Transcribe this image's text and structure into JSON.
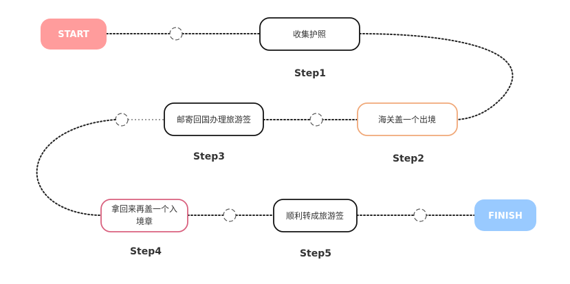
{
  "colors": {
    "start_fill": "#ff9c9c",
    "finish_fill": "#99caff",
    "box_stroke": "#111111",
    "step2_stroke": "#f0a878",
    "step4_stroke": "#d9607e"
  },
  "terminals": {
    "start": "START",
    "finish": "FINISH"
  },
  "steps": [
    {
      "label": "Step1",
      "text": "收集护照"
    },
    {
      "label": "Step2",
      "text": "海关盖一个出境"
    },
    {
      "label": "Step3",
      "text": "邮寄回国办理旅游签"
    },
    {
      "label": "Step4",
      "text_line1": "拿回来再盖一个入",
      "text_line2": "境章"
    },
    {
      "label": "Step5",
      "text": "顺利转成旅游签"
    }
  ]
}
